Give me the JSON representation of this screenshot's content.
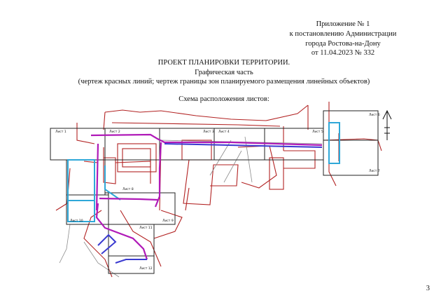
{
  "appendix": {
    "line1": "Приложение № 1",
    "line2": "к постановлению Администрации",
    "line3": "города Ростова-на-Дону",
    "line4": "от 11.04.2023 № 332"
  },
  "title": {
    "main": "ПРОЕКТ ПЛАНИРОВКИ ТЕРРИТОРИИ.",
    "part": "Графическая часть",
    "subtitle": "(чертеж красных линий; чертеж границы зон планируемого размещения линейных объектов)"
  },
  "scheme_caption": "Схема расположения листов:",
  "page_number": "3",
  "map": {
    "sheet_labels": [
      "Лист 1",
      "Лист 2",
      "Лист 3",
      "Лист 4",
      "Лист 5",
      "Лист 6",
      "Лист 7",
      "Лист 8",
      "Лист 9",
      "Лист 10",
      "Лист 11",
      "Лист 12"
    ],
    "colors": {
      "red_lines": "#b22222",
      "grid": "#222222",
      "zone_blue": "#2fa8d8",
      "route_purple": "#b01ab8",
      "route_blue": "#3a3ad0",
      "roads": "#8a8a8a"
    }
  }
}
